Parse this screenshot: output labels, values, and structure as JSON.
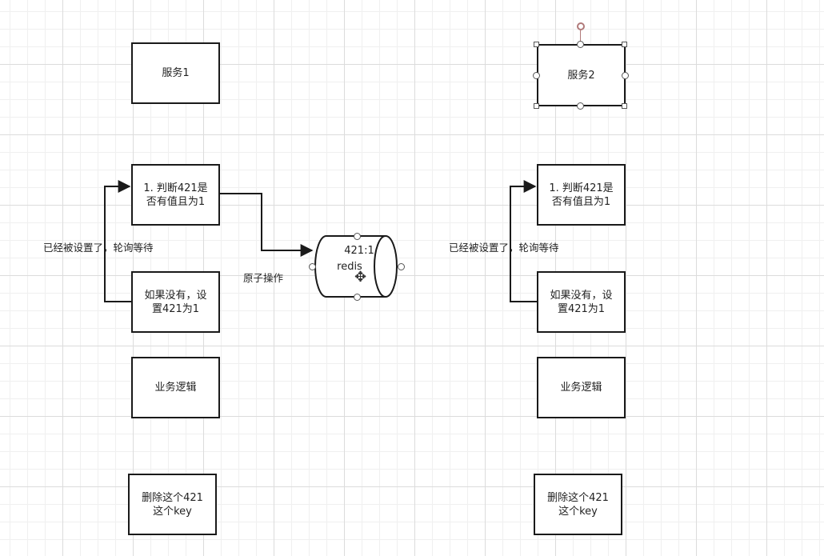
{
  "left_column": {
    "service_label": "服务1",
    "check_label": "1. 判断421是\n否有值且为1",
    "set_label": "如果没有，设\n置421为1",
    "logic_label": "业务逻辑",
    "delete_label": "删除这个421\n这个key",
    "loop_label": "已经被设置了，轮询等待"
  },
  "right_column": {
    "service_label": "服务2",
    "check_label": "1. 判断421是\n否有值且为1",
    "set_label": "如果没有，设\n置421为1",
    "logic_label": "业务逻辑",
    "delete_label": "删除这个421\n这个key",
    "loop_label": "已经被设置了，轮询等待"
  },
  "redis": {
    "value_label": "421:1",
    "name_label": "redis"
  },
  "atomic_label": "原子操作",
  "icons": {
    "move": "move-icon",
    "rotate": "rotate-handle-icon"
  },
  "colors": {
    "stroke": "#1a1a1a",
    "grid": "#dcdcdc",
    "rotate_handle": "#b07a7a"
  }
}
